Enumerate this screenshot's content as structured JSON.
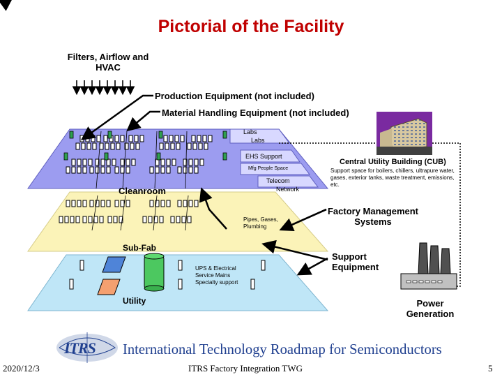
{
  "title": "Pictorial of the Facility",
  "labels": {
    "filters": "Filters, Airflow and HVAC",
    "production_equipment": "Production Equipment (not included)",
    "material_handling": "Material Handling Equipment (not included)",
    "labs1": "Labs",
    "labs2": "Labs",
    "ehs_support": "EHS Support",
    "mfg_people_space": "Mfg People Space",
    "telecom": "Telecom",
    "network": "Network",
    "cleanroom": "Cleanroom",
    "pipes": "Pipes, Gases, Plumbing",
    "sub_fab": "Sub-Fab",
    "ups": "UPS & Electrical Service Mains Specialty support",
    "utility": "Utility",
    "cub_title": "Central Utility Building (CUB)",
    "cub_desc": "Support space for boilers, chillers, ultrapure water, gases, exterior tanks, waste treatment, emissions, etc.",
    "factory_management": "Factory Management Systems",
    "support_equipment": "Support Equipment",
    "power_generation": "Power Generation"
  },
  "logo": {
    "mark": "ITRS",
    "text": "International Technology Roadmap for Semiconductors"
  },
  "footer": {
    "date": "2020/12/3",
    "center": "ITRS Factory Integration TWG",
    "page": "5"
  },
  "colors": {
    "title": "#c00000",
    "cleanroom_top": "#9c9cf0",
    "subfab": "#fbf3b8",
    "utility": "#bfe6f7",
    "logo_blue": "#1f3f8f",
    "building": "#f0d020"
  },
  "icons": [
    "down-arrow-icon",
    "equipment-icon",
    "building-icon",
    "smokestack-icon",
    "tank-icon"
  ]
}
